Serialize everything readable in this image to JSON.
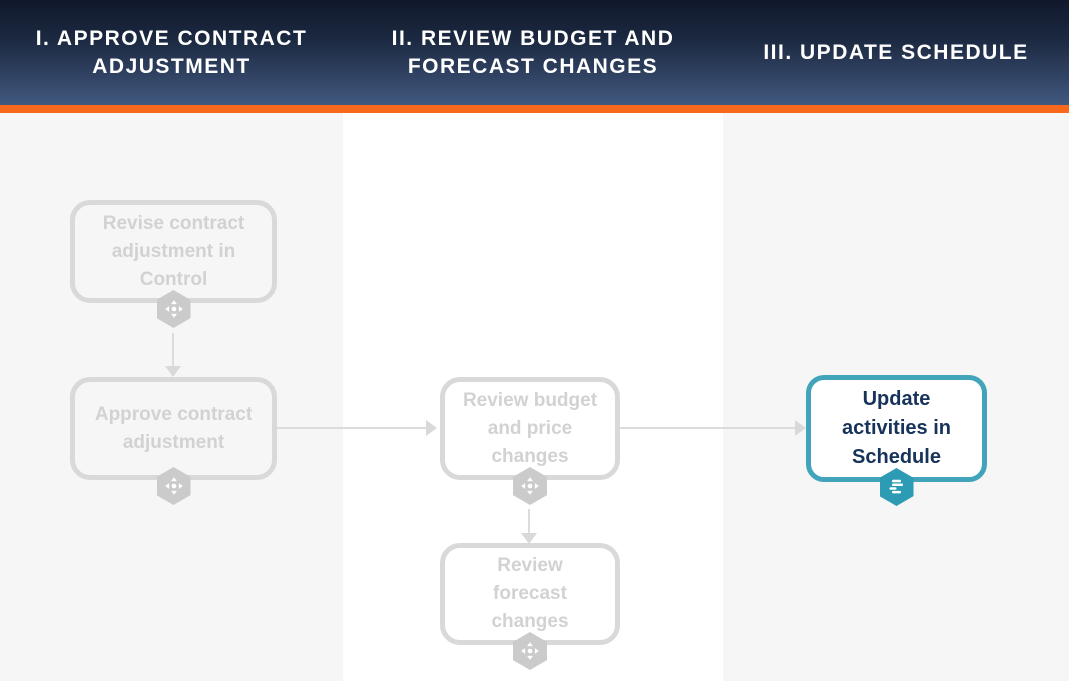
{
  "header": {
    "accent_color": "#f9691d",
    "bg_top": "#10182b",
    "bg_bottom": "#41587f",
    "phases": [
      {
        "label": "I. APPROVE CONTRACT ADJUSTMENT"
      },
      {
        "label": "II. REVIEW BUDGET AND FORECAST CHANGES"
      },
      {
        "label": "III. UPDATE SCHEDULE"
      }
    ]
  },
  "diagram": {
    "colors": {
      "inactive_border": "#d9d9d9",
      "inactive_text": "#d2d2d2",
      "active_border": "#41a4ba",
      "active_text": "#17335a",
      "hex_gray": "#cbcbcb",
      "hex_teal": "#2d9bb3",
      "column_bg_gray": "#f6f6f6",
      "column_bg_white": "#ffffff"
    },
    "nodes": [
      {
        "id": "revise-contract-adjustment",
        "label": "Revise contract adjustment in Control",
        "state": "inactive",
        "icon": "move-icon",
        "column": 1
      },
      {
        "id": "approve-contract-adjustment",
        "label": "Approve contract adjustment",
        "state": "inactive",
        "icon": "move-icon",
        "column": 1
      },
      {
        "id": "review-budget-price-changes",
        "label": "Review budget and price changes",
        "state": "inactive",
        "icon": "move-icon",
        "column": 2
      },
      {
        "id": "review-forecast-changes",
        "label": "Review forecast changes",
        "state": "inactive",
        "icon": "move-icon",
        "column": 2
      },
      {
        "id": "update-activities-schedule",
        "label": "Update activities in Schedule",
        "state": "active",
        "icon": "gantt-icon",
        "column": 3
      }
    ],
    "connections": [
      {
        "from": "revise-contract-adjustment",
        "to": "approve-contract-adjustment",
        "direction": "down"
      },
      {
        "from": "approve-contract-adjustment",
        "to": "review-budget-price-changes",
        "direction": "right"
      },
      {
        "from": "review-budget-price-changes",
        "to": "review-forecast-changes",
        "direction": "down"
      },
      {
        "from": "review-budget-price-changes",
        "to": "update-activities-schedule",
        "direction": "right"
      }
    ]
  }
}
